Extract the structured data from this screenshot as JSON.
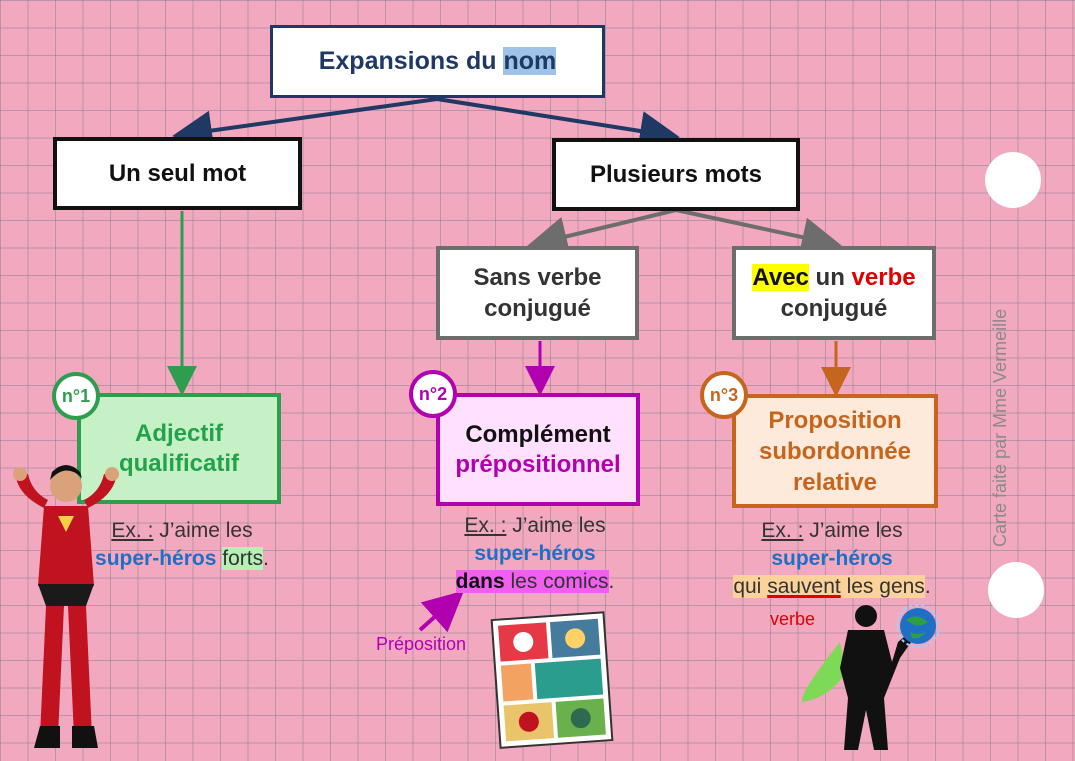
{
  "title": {
    "prefix": "Expansions du ",
    "highlight": "nom"
  },
  "branches": {
    "one_word": "Un seul mot",
    "several_words": "Plusieurs mots"
  },
  "sub_branches": {
    "without_verb": [
      "Sans verbe",
      "conjugué"
    ],
    "with_verb": {
      "avec": "Avec",
      "un": " un ",
      "verbe": "verbe",
      "line2": "conjugué"
    }
  },
  "cards": [
    {
      "badge": "n°1",
      "lines": [
        "Adjectif",
        "qualificatif"
      ]
    },
    {
      "badge": "n°2",
      "lines": [
        "Complément",
        "prépositionnel"
      ]
    },
    {
      "badge": "n°3",
      "lines": [
        "Proposition",
        "subordonnée",
        "relative"
      ]
    }
  ],
  "examples": {
    "ex_label": "Ex. :",
    "intro": " J’aime les",
    "hero": "super-héros",
    "ex1_adj": "forts",
    "ex1_end": ".",
    "ex2_prep": "dans",
    "ex2_rest": " les comics",
    "ex2_end": ".",
    "ex3_qui": "qui ",
    "ex3_verb": "sauvent",
    "ex3_rest": " les gens",
    "ex3_end": "."
  },
  "annotations": {
    "preposition": "Préposition",
    "verbe": "verbe"
  },
  "credit": "Carte faite par Mme Vermeille",
  "colors": {
    "green": "#2e9e4e",
    "purple": "#b000b0",
    "orange": "#c5651e",
    "navy": "#1f3864",
    "grey": "#6d6d6d"
  },
  "icons": [
    "hero-red-suit-icon",
    "comic-book-icon",
    "hero-silhouette-globe-icon"
  ]
}
